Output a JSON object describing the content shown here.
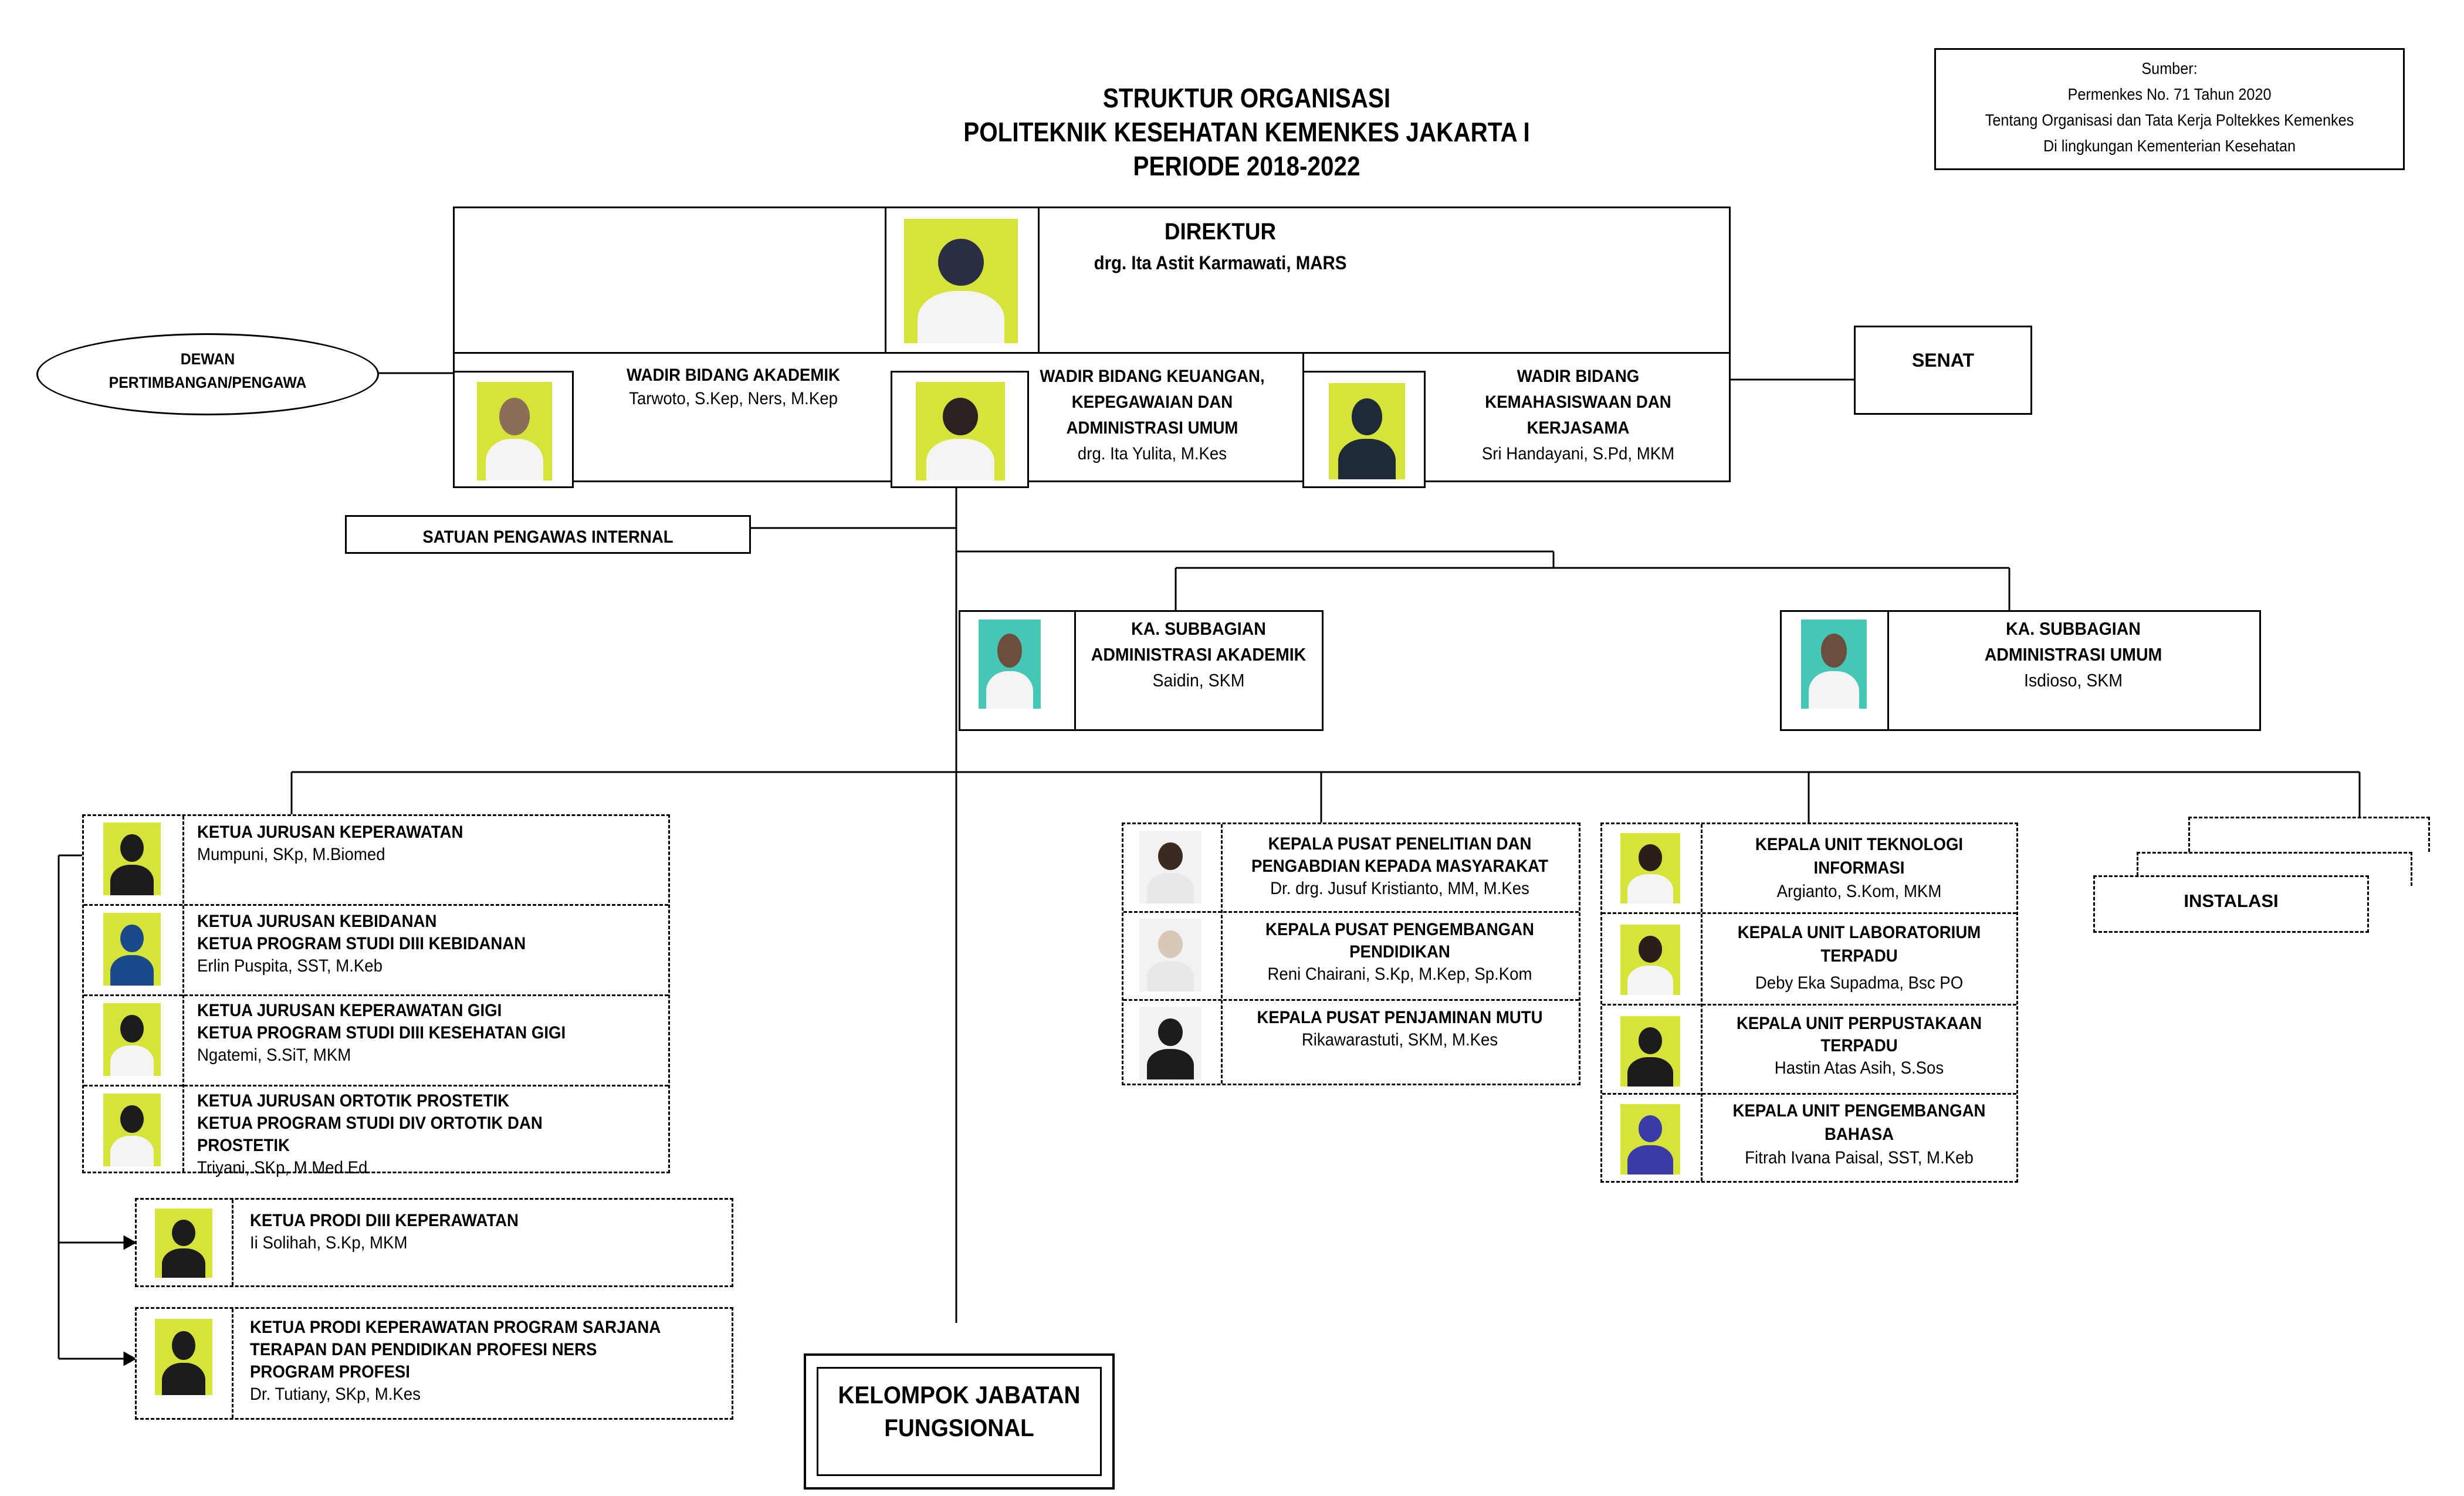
{
  "header": {
    "line1": "STRUKTUR ORGANISASI",
    "line2": "POLITEKNIK KESEHATAN KEMENKES JAKARTA I",
    "line3": "PERIODE 2018-2022"
  },
  "source": {
    "line1": "Sumber:",
    "line2": "Permenkes No. 71 Tahun 2020",
    "line3": "Tentang Organisasi dan Tata Kerja Poltekkes Kemenkes",
    "line4": "Di lingkungan Kementerian Kesehatan"
  },
  "direktur": {
    "title": "DIREKTUR",
    "name": "drg. Ita Astit Karmawati, MARS"
  },
  "dewan": {
    "line1": "DEWAN",
    "line2": "PERTIMBANGAN/PENGAWA"
  },
  "senat": {
    "label": "SENAT"
  },
  "wadir1": {
    "title": "WADIR BIDANG AKADEMIK",
    "name": "Tarwoto, S.Kep, Ners,  M.Kep"
  },
  "wadir2": {
    "title1": "WADIR BIDANG KEUANGAN,",
    "title2": "KEPEGAWAIAN DAN",
    "title3": "ADMINISTRASI UMUM",
    "name": "drg. Ita Yulita, M.Kes"
  },
  "wadir3": {
    "title1": "WADIR BIDANG",
    "title2": "KEMAHASISWAAN DAN",
    "title3": "KERJASAMA",
    "name": "Sri Handayani, S.Pd, MKM"
  },
  "spi": {
    "label": "SATUAN PENGAWAS INTERNAL"
  },
  "subbag_akademik": {
    "title1": "KA. SUBBAGIAN",
    "title2": "ADMINISTRASI AKADEMIK",
    "name": "Saidin, SKM"
  },
  "subbag_umum": {
    "title1": "KA. SUBBAGIAN",
    "title2": "ADMINISTRASI UMUM",
    "name": "Isdioso, SKM"
  },
  "jurusan": [
    {
      "titles": [
        "KETUA JURUSAN KEPERAWATAN"
      ],
      "name": "Mumpuni, SKp, M.Biomed"
    },
    {
      "titles": [
        "KETUA JURUSAN KEBIDANAN",
        "KETUA PROGRAM STUDI DIII KEBIDANAN"
      ],
      "name": "Erlin Puspita, SST, M.Keb"
    },
    {
      "titles": [
        "KETUA JURUSAN KEPERAWATAN GIGI",
        "KETUA PROGRAM STUDI DIII KESEHATAN GIGI"
      ],
      "name": "Ngatemi, S.SiT, MKM"
    },
    {
      "titles": [
        "KETUA JURUSAN ORTOTIK PROSTETIK",
        "KETUA PROGRAM STUDI DIV ORTOTIK DAN PROSTETIK"
      ],
      "name": "Triyani, SKp, M.Med.Ed"
    }
  ],
  "prodi1": {
    "titles": [
      "KETUA PRODI DIII KEPERAWATAN"
    ],
    "name": "Ii Solihah, S.Kp, MKM"
  },
  "prodi2": {
    "titles": [
      "KETUA PRODI KEPERAWATAN PROGRAM SARJANA",
      "TERAPAN DAN PENDIDIKAN PROFESI NERS",
      "PROGRAM PROFESI"
    ],
    "name": "Dr. Tutiany, SKp, M.Kes"
  },
  "pusat": [
    {
      "titles": [
        "KEPALA PUSAT PENELITIAN DAN",
        "PENGABDIAN KEPADA MASYARAKAT"
      ],
      "name": "Dr. drg. Jusuf Kristianto, MM, M.Kes"
    },
    {
      "titles": [
        "KEPALA PUSAT PENGEMBANGAN",
        "PENDIDIKAN"
      ],
      "name": "Reni Chairani, S.Kp, M.Kep, Sp.Kom"
    },
    {
      "titles": [
        "KEPALA PUSAT PENJAMINAN MUTU"
      ],
      "name": "Rikawarastuti, SKM, M.Kes"
    }
  ],
  "unit": [
    {
      "titles": [
        "KEPALA UNIT TEKNOLOGI",
        "INFORMASI"
      ],
      "name": "Argianto, S.Kom, MKM"
    },
    {
      "titles": [
        "KEPALA UNIT LABORATORIUM",
        "TERPADU"
      ],
      "name": "Deby Eka Supadma, Bsc PO"
    },
    {
      "titles": [
        "KEPALA UNIT PERPUSTAKAAN",
        "TERPADU"
      ],
      "name": "Hastin Atas Asih, S.Sos"
    },
    {
      "titles": [
        "KEPALA UNIT PENGEMBANGAN",
        "BAHASA"
      ],
      "name": "Fitrah Ivana Paisal, SST, M.Keb"
    }
  ],
  "instalasi": {
    "label": "INSTALASI"
  },
  "fungsional": {
    "line1": "KELOMPOK JABATAN",
    "line2": "FUNGSIONAL"
  },
  "colors": {
    "photo_bg": "#d6e43a",
    "photo_bg_alt": "#46c6b4",
    "line": "#000000"
  }
}
